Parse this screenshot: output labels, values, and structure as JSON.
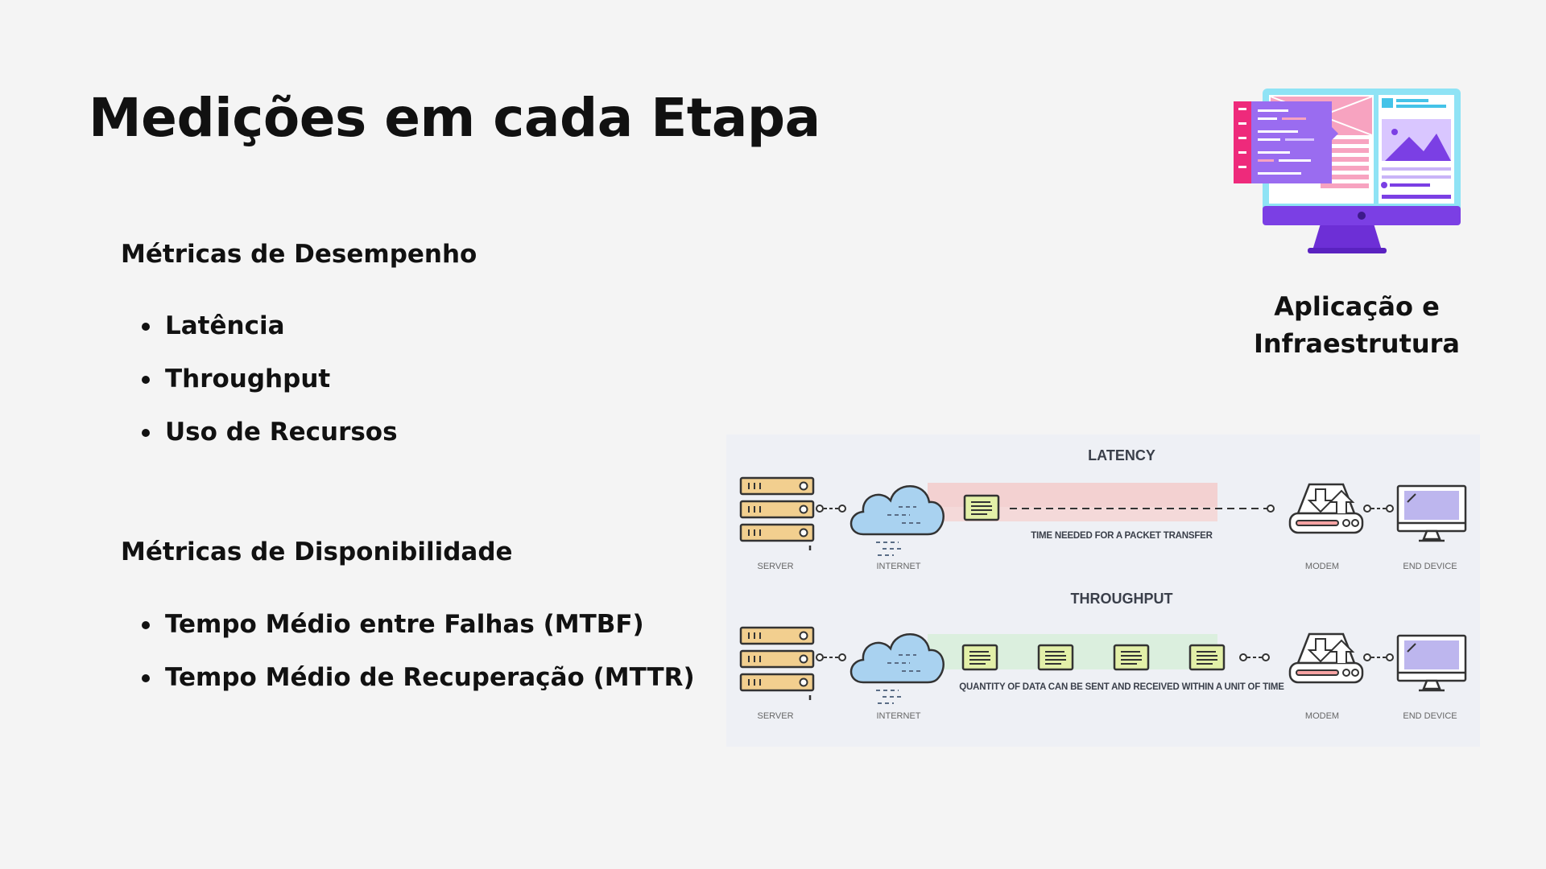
{
  "title": "Medições em cada Etapa",
  "performance": {
    "heading": "Métricas de Desempenho",
    "items": [
      "Latência",
      "Throughput",
      "Uso de Recursos"
    ]
  },
  "availability": {
    "heading": "Métricas de Disponibilidade",
    "items": [
      "Tempo Médio entre Falhas (MTBF)",
      "Tempo Médio de Recuperação (MTTR)"
    ]
  },
  "app_caption": {
    "line1": "Aplicação e",
    "line2": "Infraestrutura"
  },
  "diagram": {
    "latency": {
      "title": "LATENCY",
      "subtitle": "TIME NEEDED FOR A PACKET TRANSFER",
      "labels": {
        "server": "SERVER",
        "internet": "INTERNET",
        "modem": "MODEM",
        "end_device": "END DEVICE"
      }
    },
    "throughput": {
      "title": "THROUGHPUT",
      "subtitle": "QUANTITY OF DATA CAN BE SENT AND RECEIVED WITHIN A UNIT OF TIME",
      "labels": {
        "server": "SERVER",
        "internet": "INTERNET",
        "modem": "MODEM",
        "end_device": "END DEVICE"
      }
    }
  },
  "colors": {
    "monitor_purple": "#7b3fe4",
    "monitor_cyan": "#8fe3f5",
    "accent_pink": "#ee2a7b",
    "latency_band": "#f4d6d6",
    "throughput_band": "#d8eedc",
    "server_fill": "#f2cf8f",
    "cloud_fill": "#a9d2f0",
    "packet_fill": "#e3f0a8"
  },
  "icons": {
    "monitor": "app-monitor-icon",
    "server": "server-icon",
    "cloud": "cloud-icon",
    "modem": "modem-icon",
    "end_device": "computer-icon",
    "packet": "packet-icon"
  }
}
